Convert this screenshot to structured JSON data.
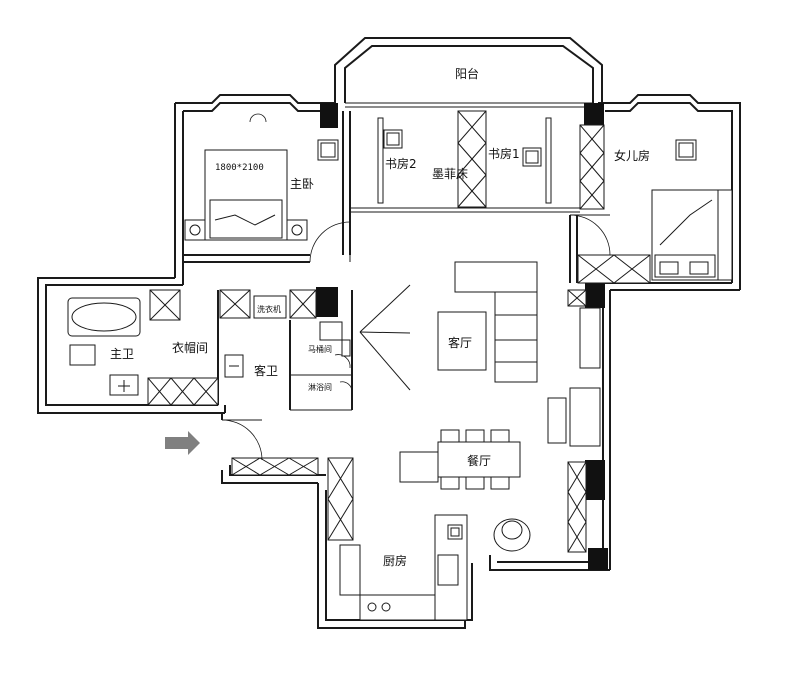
{
  "rooms": {
    "balcony": "阳台",
    "study2": "书房2",
    "murphy_bed": "墨菲床",
    "study1": "书房1",
    "daughter_room": "女儿房",
    "master_bedroom": "主卧",
    "bed_size": "1800*2100",
    "master_bath": "主卫",
    "walkin_closet": "衣帽间",
    "guest_bath": "客卫",
    "washer": "洗衣机",
    "toilet_room": "马桶间",
    "shower_room": "淋浴间",
    "living_room": "客厅",
    "dining_room": "餐厅",
    "kitchen": "厨房"
  },
  "colors": {
    "line": "#1a1a1a",
    "fill_dark": "#111111",
    "background": "#ffffff",
    "entry_arrow": "#808080"
  }
}
